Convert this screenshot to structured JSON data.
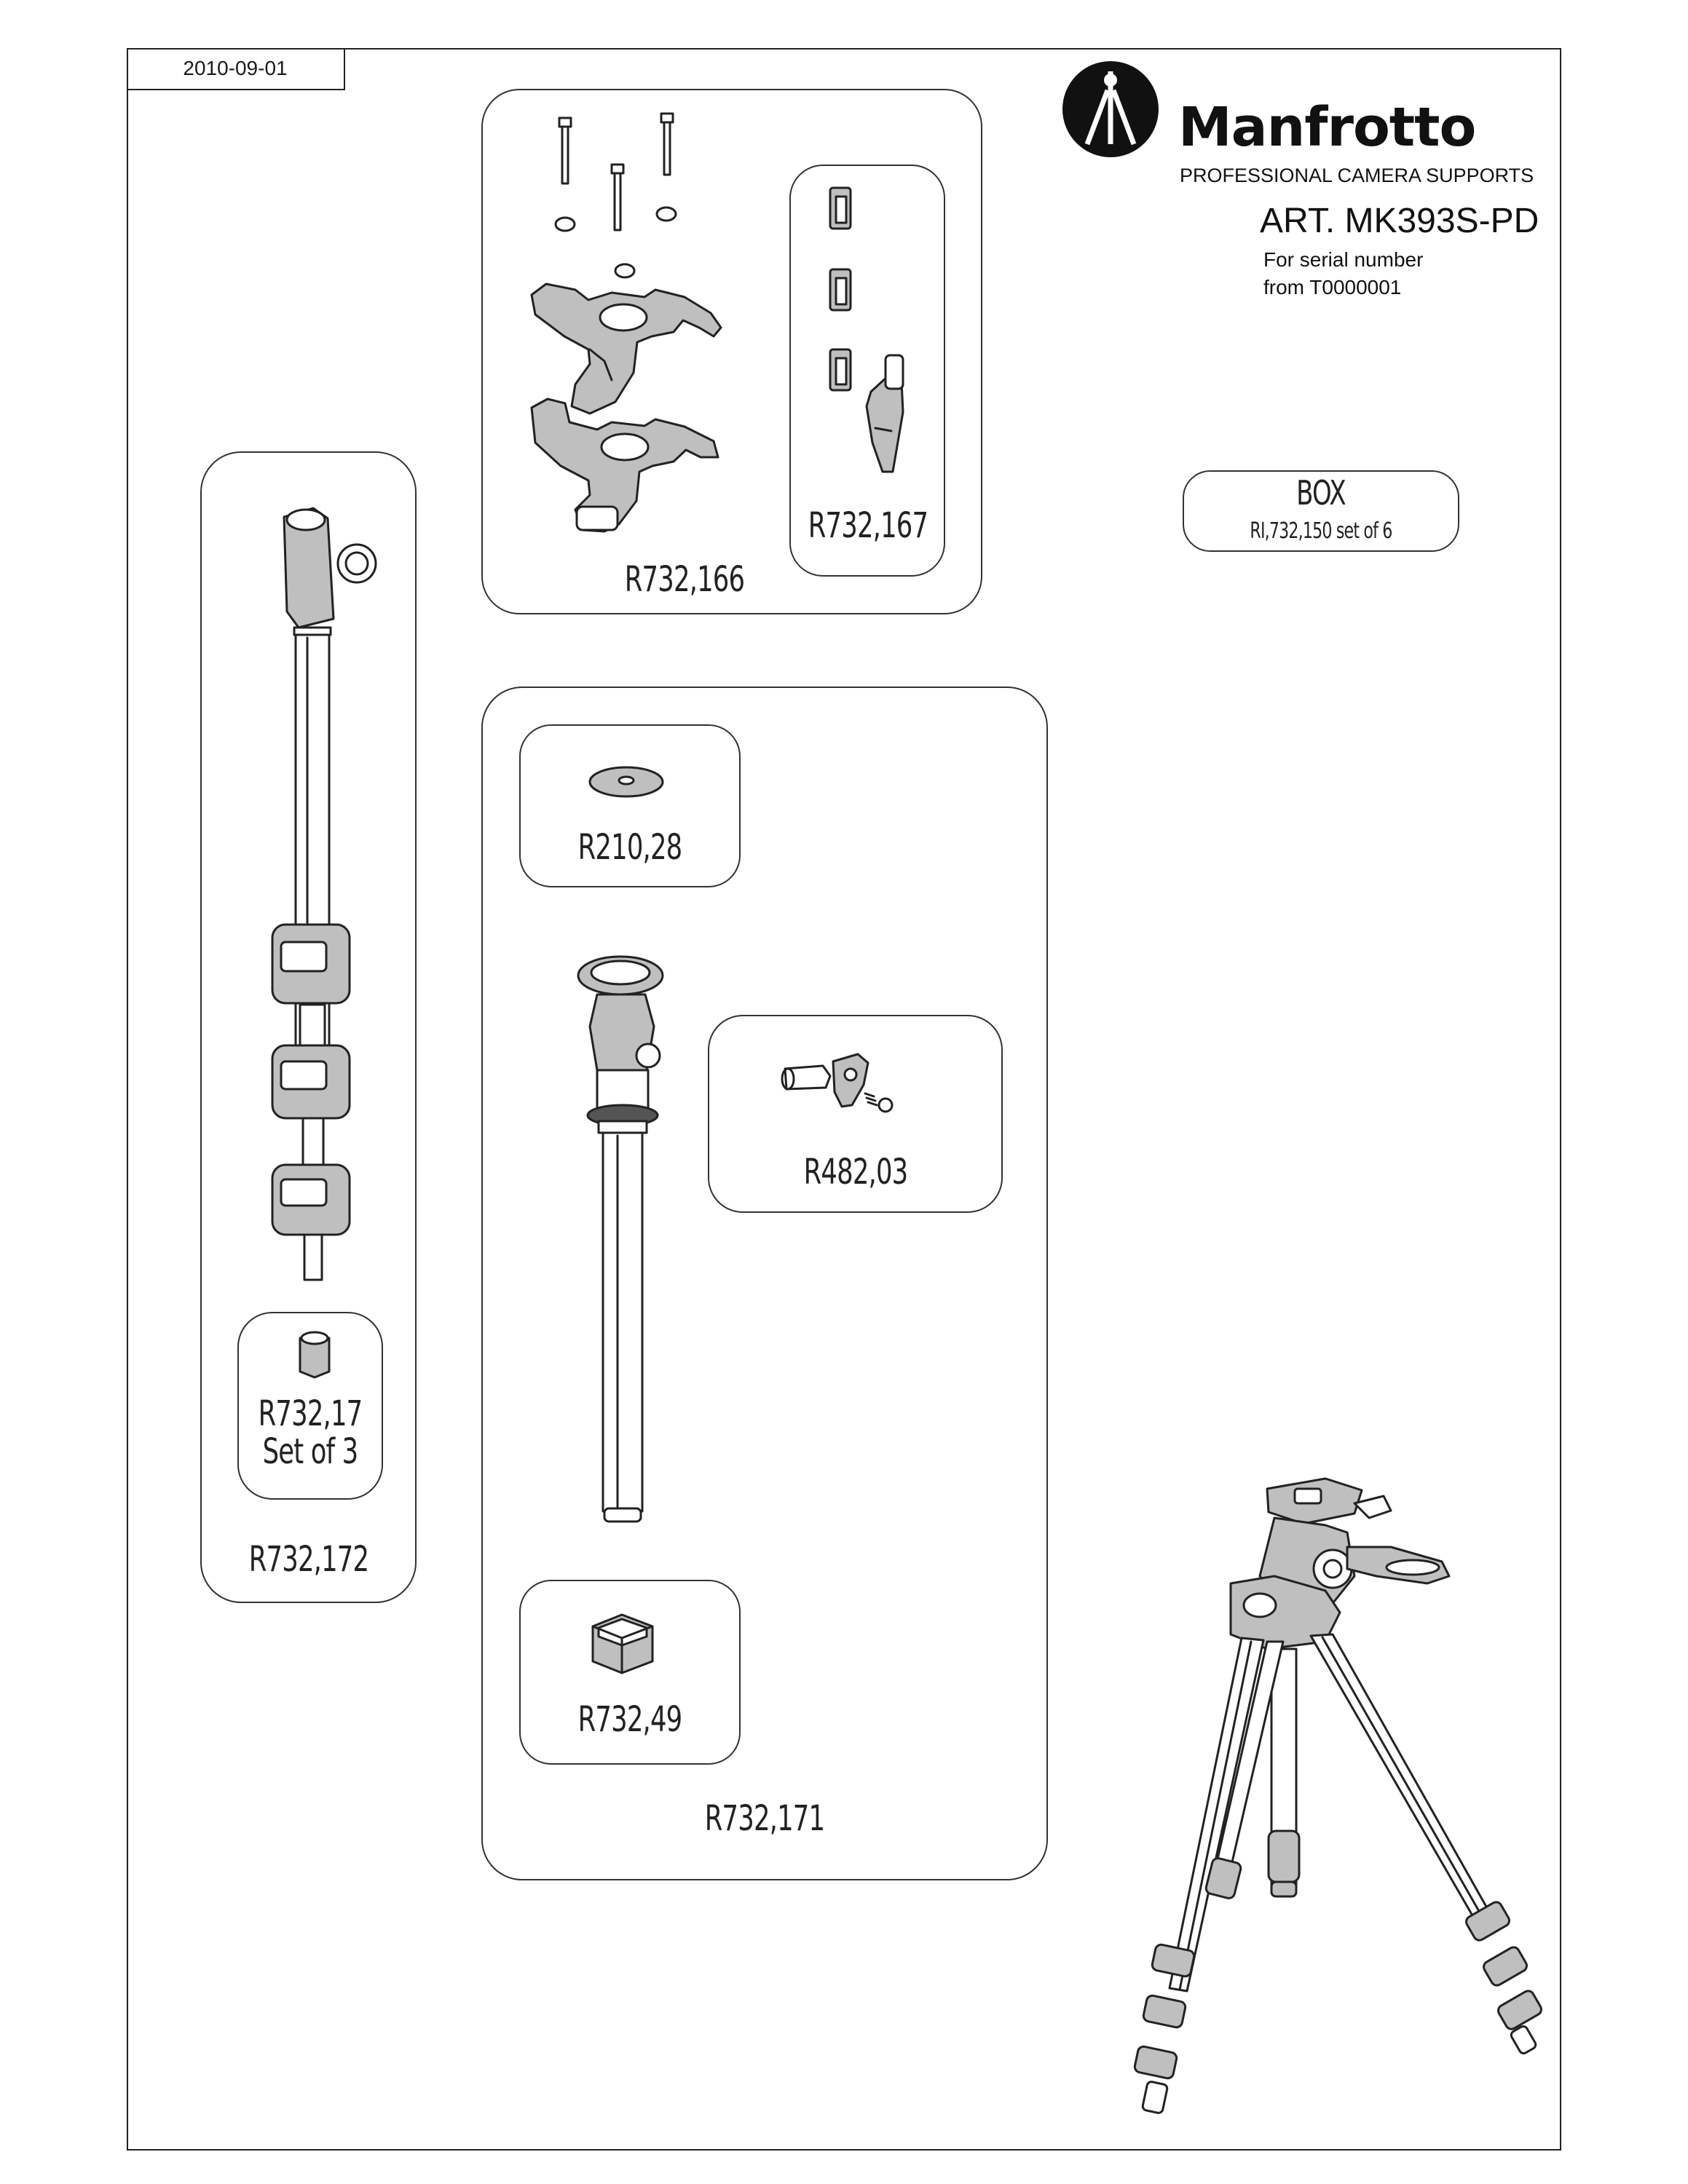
{
  "header": {
    "date": "2010-09-01",
    "brand_name": "Manfrotto",
    "brand_tagline": "PROFESSIONAL CAMERA SUPPORTS",
    "article": "ART. MK393S-PD",
    "serial_line1": "For serial number",
    "serial_line2": "from T0000001"
  },
  "parts": {
    "r732_166": "R732,166",
    "r732_167": "R732,167",
    "box_title": "BOX",
    "box_code": "RI,732,150 set of 6",
    "r732_172": "R732,172",
    "r732_17_line1": "R732,17",
    "r732_17_line2": "Set of 3",
    "r210_28": "R210,28",
    "r482_03": "R482,03",
    "r732_49": "R732,49",
    "r732_171": "R732,171"
  },
  "icons": {
    "logo": "manfrotto-tripod-logo"
  }
}
